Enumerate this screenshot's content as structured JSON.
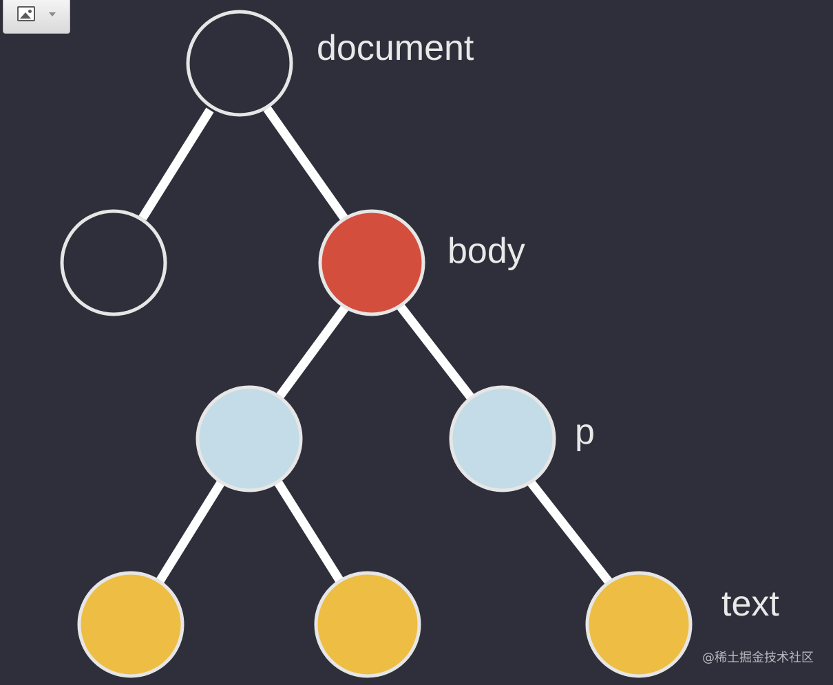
{
  "diagram": {
    "labels": {
      "document": "document",
      "body": "body",
      "p": "p",
      "text": "text"
    },
    "colors": {
      "background": "#2e2f3a",
      "edge": "#ffffff",
      "node_outline": "#e6e6e6",
      "empty_node_fill": "#2e2f3a",
      "body_fill": "#d44e3d",
      "element_fill": "#c3dce7",
      "text_fill": "#eebd43"
    }
  },
  "toolbar": {
    "image_button_icon": "image-icon",
    "dropdown_icon": "chevron-down-icon"
  },
  "watermark": "@稀土掘金技术社区"
}
